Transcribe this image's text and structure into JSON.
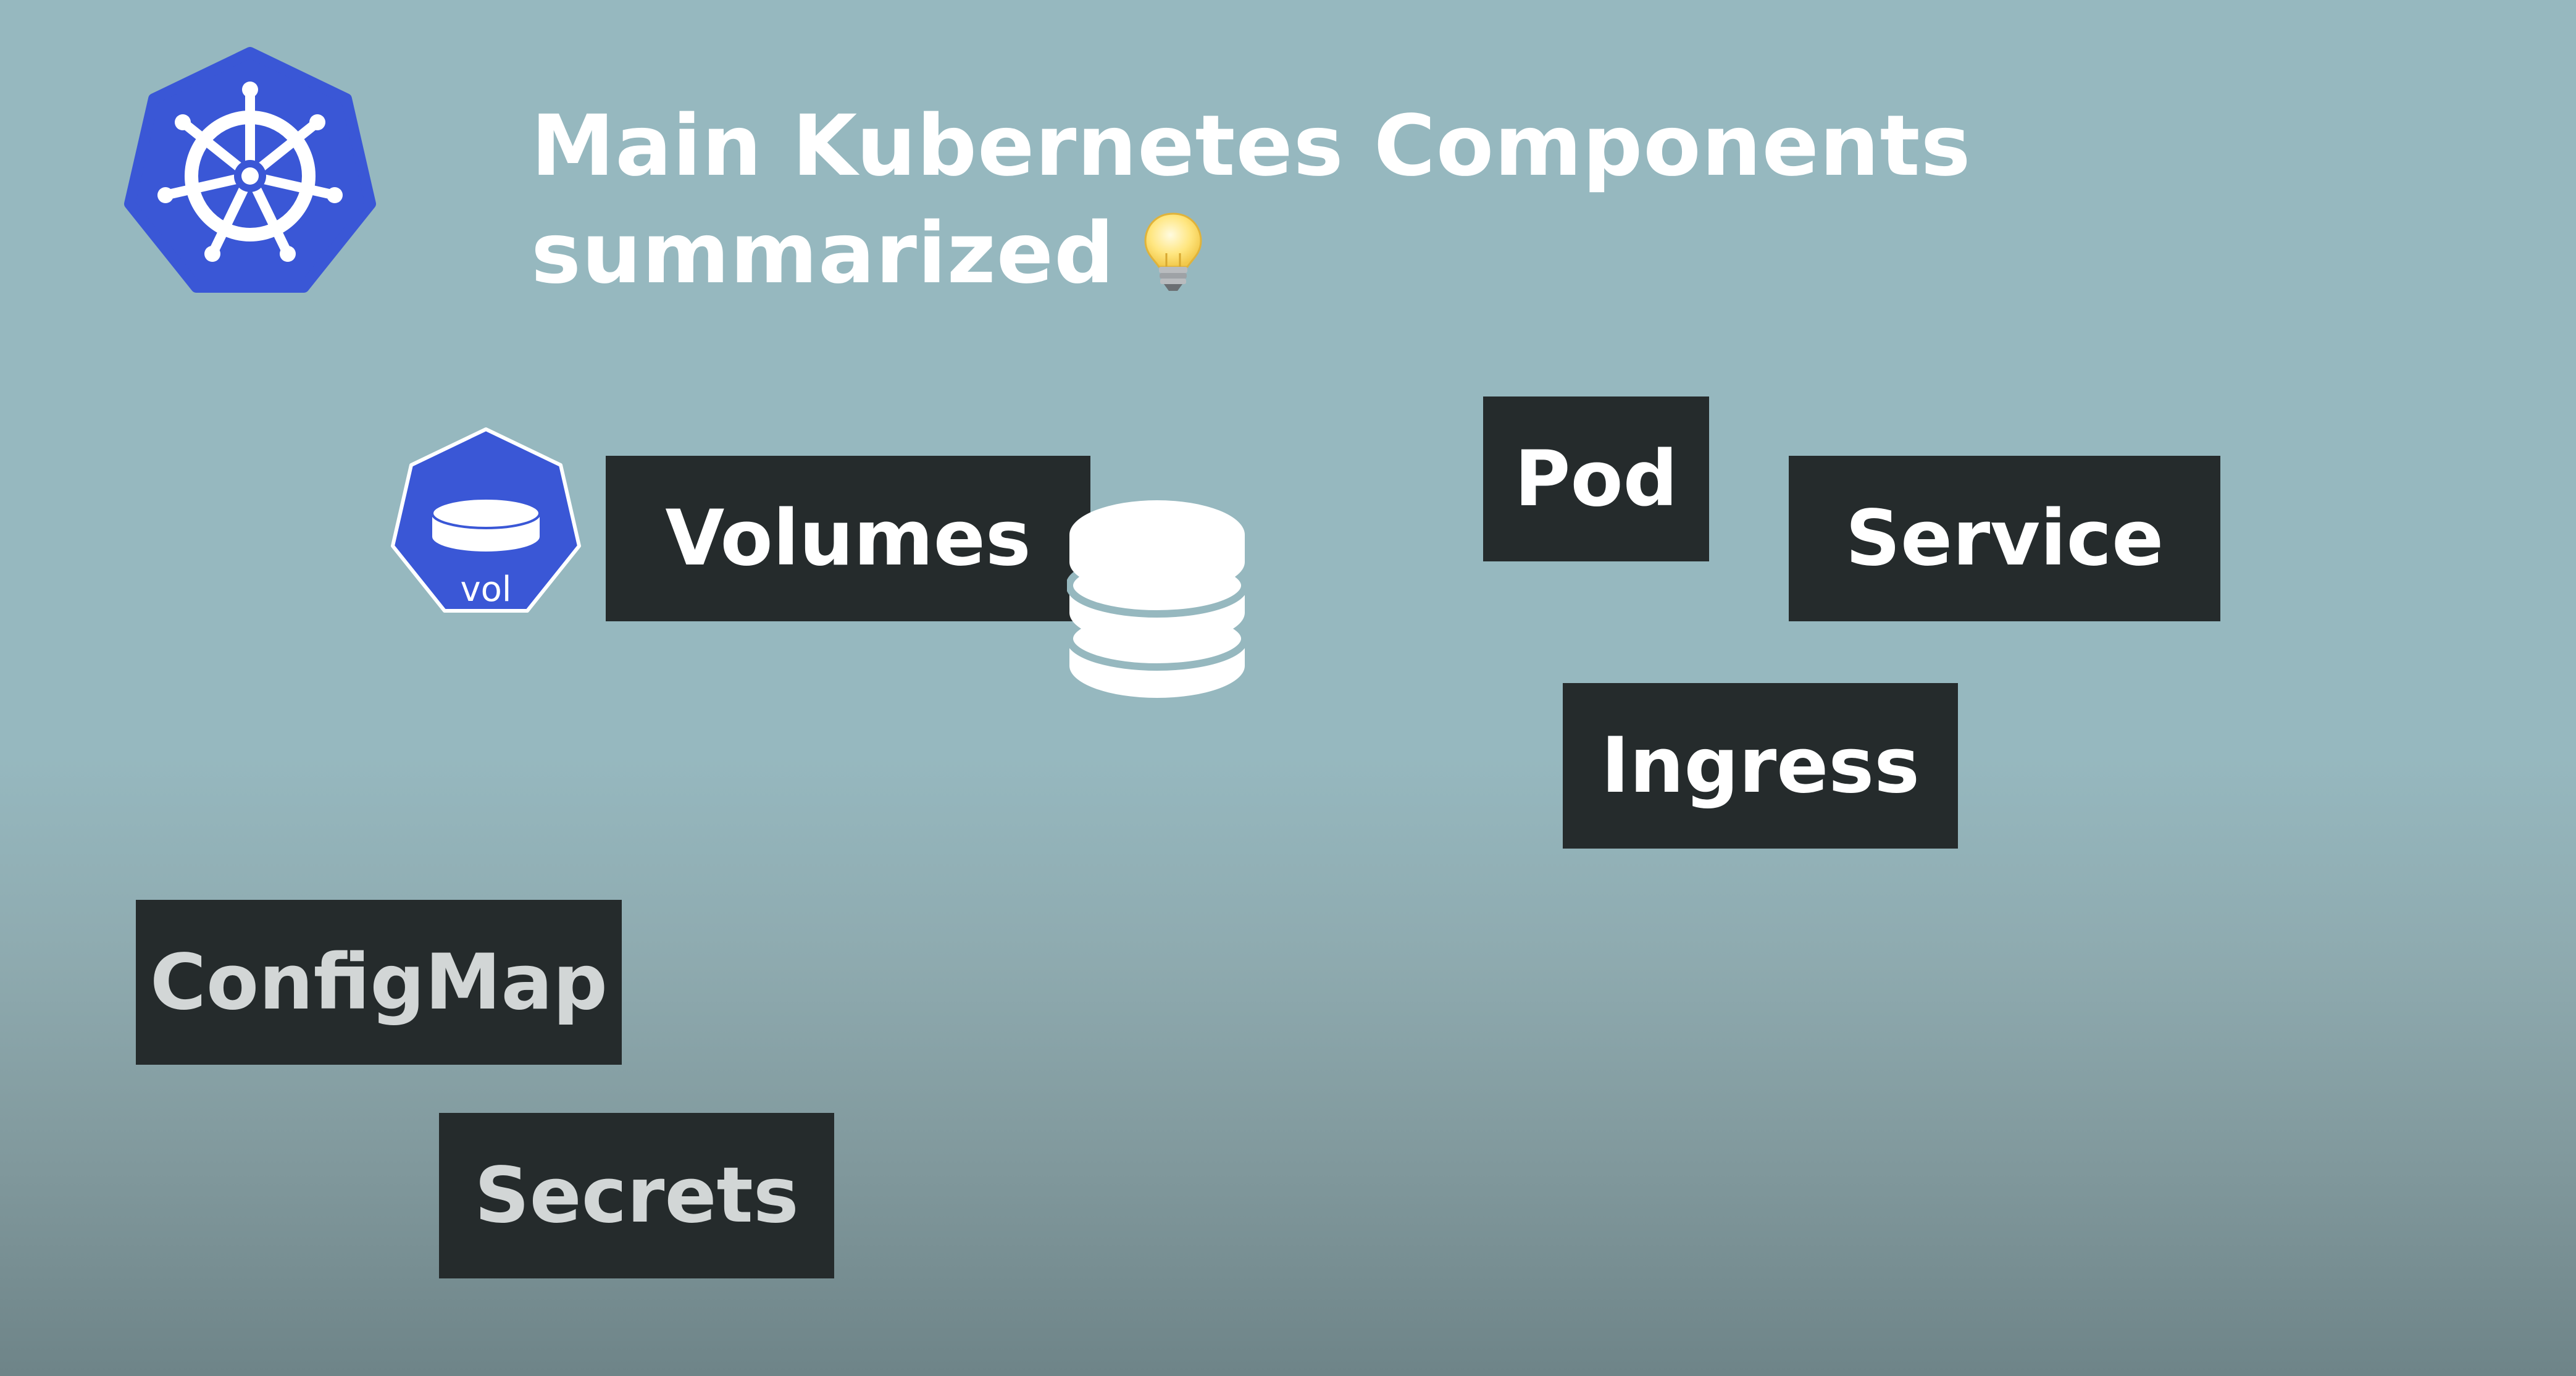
{
  "title": {
    "line1": "Main Kubernetes Components",
    "line2": "summarized"
  },
  "icons": {
    "logo": "kubernetes-helm-wheel-icon",
    "title_emoji": "lightbulb-icon",
    "volume_badge": "kubernetes-volume-icon",
    "storage": "database-stack-icon"
  },
  "volume_badge": {
    "label": "vol"
  },
  "components": {
    "volumes": "Volumes",
    "pod": "Pod",
    "service": "Service",
    "ingress": "Ingress",
    "configmap": "ConfigMap",
    "secrets": "Secrets"
  },
  "colors": {
    "background": "#96b8bf",
    "box_fill": "#252b2c",
    "box_text": "#ffffff",
    "kubernetes_blue": "#3a57d6"
  }
}
